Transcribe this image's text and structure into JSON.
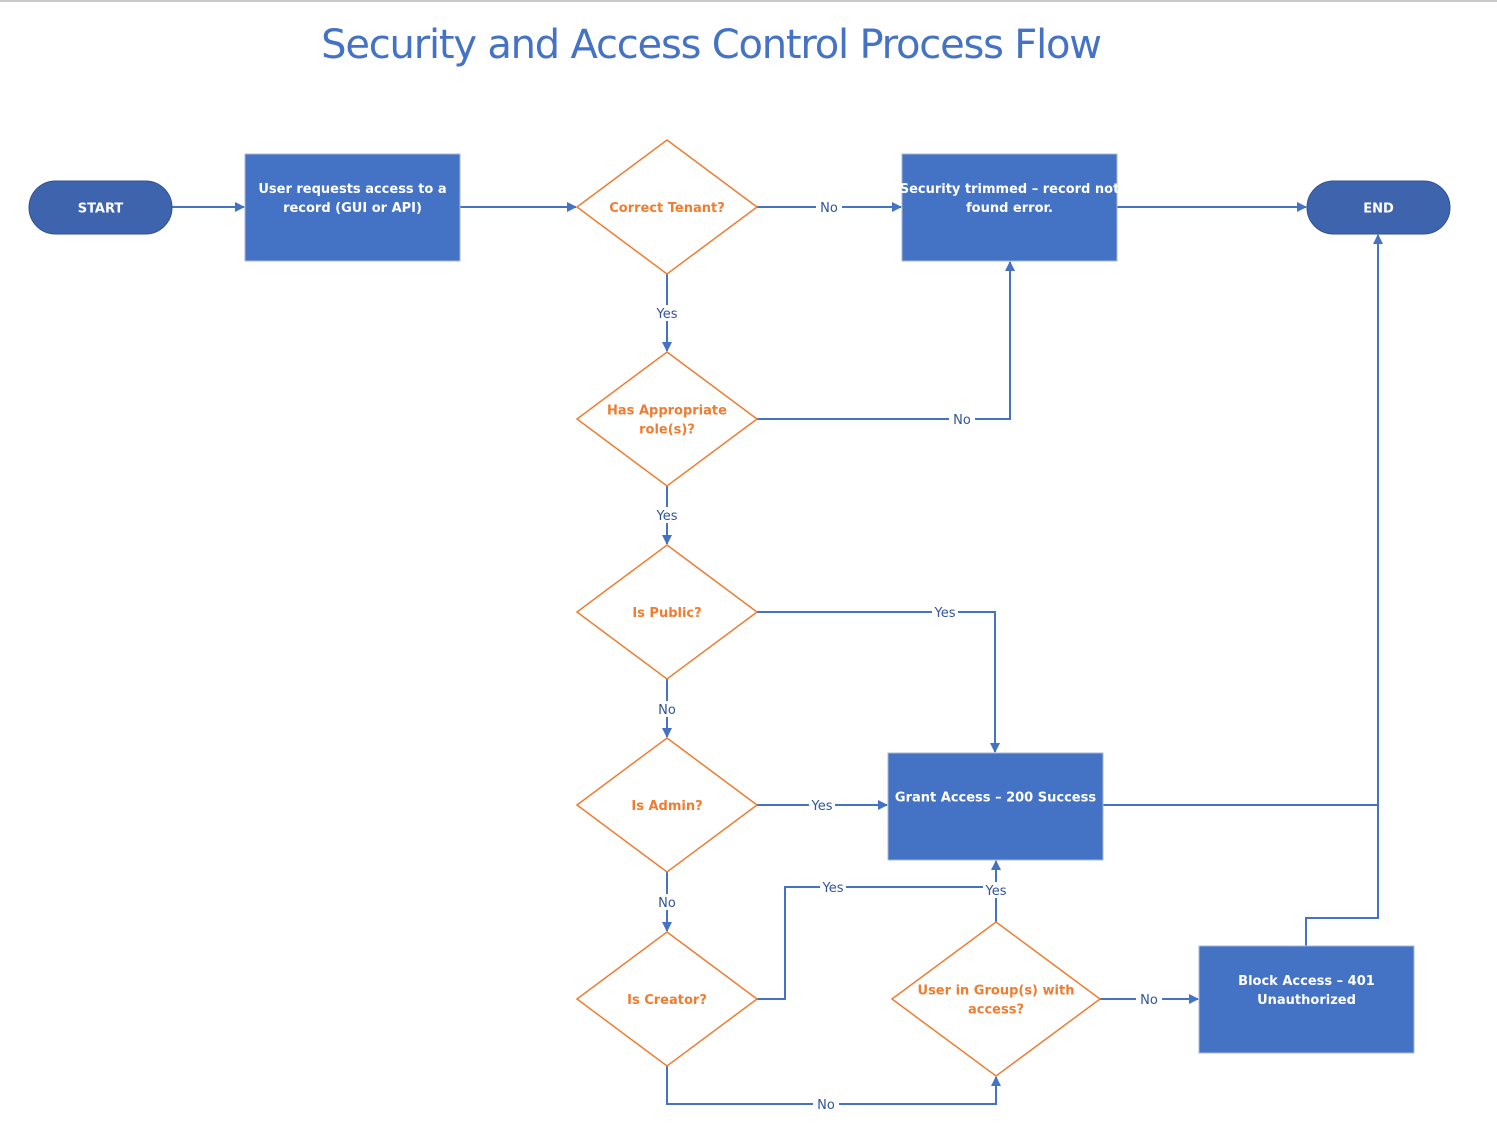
{
  "title": "Security and Access Control Process Flow",
  "colors": {
    "terminal_fill": "#3f64ae",
    "process_fill": "#4472c4",
    "decision_stroke": "#ed7d31",
    "decision_text": "#ed7d31",
    "connector": "#4472c4",
    "title": "#4472c4"
  },
  "nodes": [
    {
      "id": "start",
      "type": "terminal",
      "lines": [
        "START"
      ]
    },
    {
      "id": "request",
      "type": "process",
      "lines": [
        "User requests access to a",
        "record (GUI or API)"
      ]
    },
    {
      "id": "tenant",
      "type": "decision",
      "lines": [
        "Correct Tenant?"
      ]
    },
    {
      "id": "trimmed",
      "type": "process",
      "lines": [
        "Security trimmed – record not",
        "found error."
      ]
    },
    {
      "id": "end",
      "type": "terminal",
      "lines": [
        "END"
      ]
    },
    {
      "id": "role",
      "type": "decision",
      "lines": [
        "Has Appropriate",
        "role(s)?"
      ]
    },
    {
      "id": "public",
      "type": "decision",
      "lines": [
        "Is Public?"
      ]
    },
    {
      "id": "admin",
      "type": "decision",
      "lines": [
        "Is Admin?"
      ]
    },
    {
      "id": "grant",
      "type": "process",
      "lines": [
        "Grant Access – 200 Success"
      ]
    },
    {
      "id": "creator",
      "type": "decision",
      "lines": [
        "Is Creator?"
      ]
    },
    {
      "id": "group",
      "type": "decision",
      "lines": [
        "User in Group(s) with",
        "access?"
      ]
    },
    {
      "id": "block",
      "type": "process",
      "lines": [
        "Block Access – 401",
        "Unauthorized"
      ]
    }
  ],
  "edges": [
    {
      "id": "start-request",
      "from": "start",
      "to": "request",
      "label": ""
    },
    {
      "id": "request-tenant",
      "from": "request",
      "to": "tenant",
      "label": ""
    },
    {
      "id": "tenant-trimmed",
      "from": "tenant",
      "to": "trimmed",
      "label": "No"
    },
    {
      "id": "trimmed-end",
      "from": "trimmed",
      "to": "end",
      "label": ""
    },
    {
      "id": "tenant-role",
      "from": "tenant",
      "to": "role",
      "label": "Yes"
    },
    {
      "id": "role-trimmed",
      "from": "role",
      "to": "trimmed",
      "label": "No"
    },
    {
      "id": "role-public",
      "from": "role",
      "to": "public",
      "label": "Yes"
    },
    {
      "id": "public-grant",
      "from": "public",
      "to": "grant",
      "label": "Yes"
    },
    {
      "id": "public-admin",
      "from": "public",
      "to": "admin",
      "label": "No"
    },
    {
      "id": "admin-grant",
      "from": "admin",
      "to": "grant",
      "label": "Yes"
    },
    {
      "id": "admin-creator",
      "from": "admin",
      "to": "creator",
      "label": "No"
    },
    {
      "id": "creator-grant",
      "from": "creator",
      "to": "grant",
      "label": "Yes"
    },
    {
      "id": "creator-group",
      "from": "creator",
      "to": "group",
      "label": "No"
    },
    {
      "id": "group-grant",
      "from": "group",
      "to": "grant",
      "label": "Yes"
    },
    {
      "id": "group-block",
      "from": "group",
      "to": "block",
      "label": "No"
    },
    {
      "id": "grant-end",
      "from": "grant",
      "to": "end",
      "label": ""
    },
    {
      "id": "block-end",
      "from": "block",
      "to": "end",
      "label": ""
    }
  ]
}
